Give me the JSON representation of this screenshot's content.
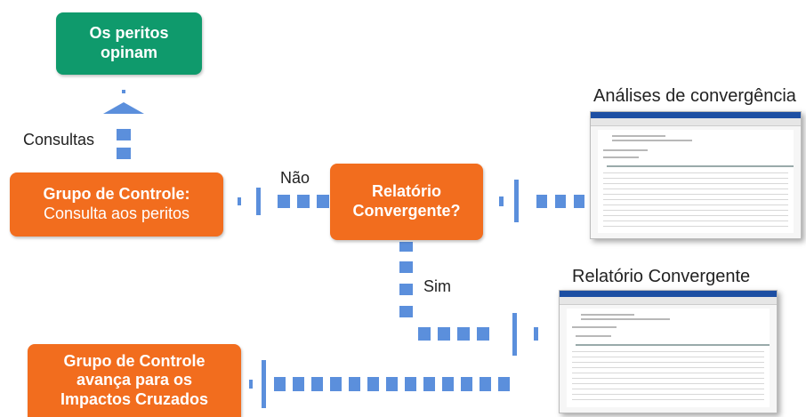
{
  "nodes": {
    "experts": "Os peritos\nopinam",
    "control_consult_title": "Grupo de Controle:",
    "control_consult_sub": "Consulta aos peritos",
    "convergent_q": "Relatório\nConvergente?",
    "control_advance": "Grupo de Controle\navança para os\nImpactos Cruzados"
  },
  "edges": {
    "consultas": "Consultas",
    "nao": "Não",
    "sim": "Sim"
  },
  "thumbnails": {
    "analysis_title": "Análises de convergência",
    "report_title": "Relatório Convergente"
  },
  "colors": {
    "green": "#0f9a6c",
    "orange": "#f26d1e",
    "arrow_blue": "#5b8fdc"
  }
}
